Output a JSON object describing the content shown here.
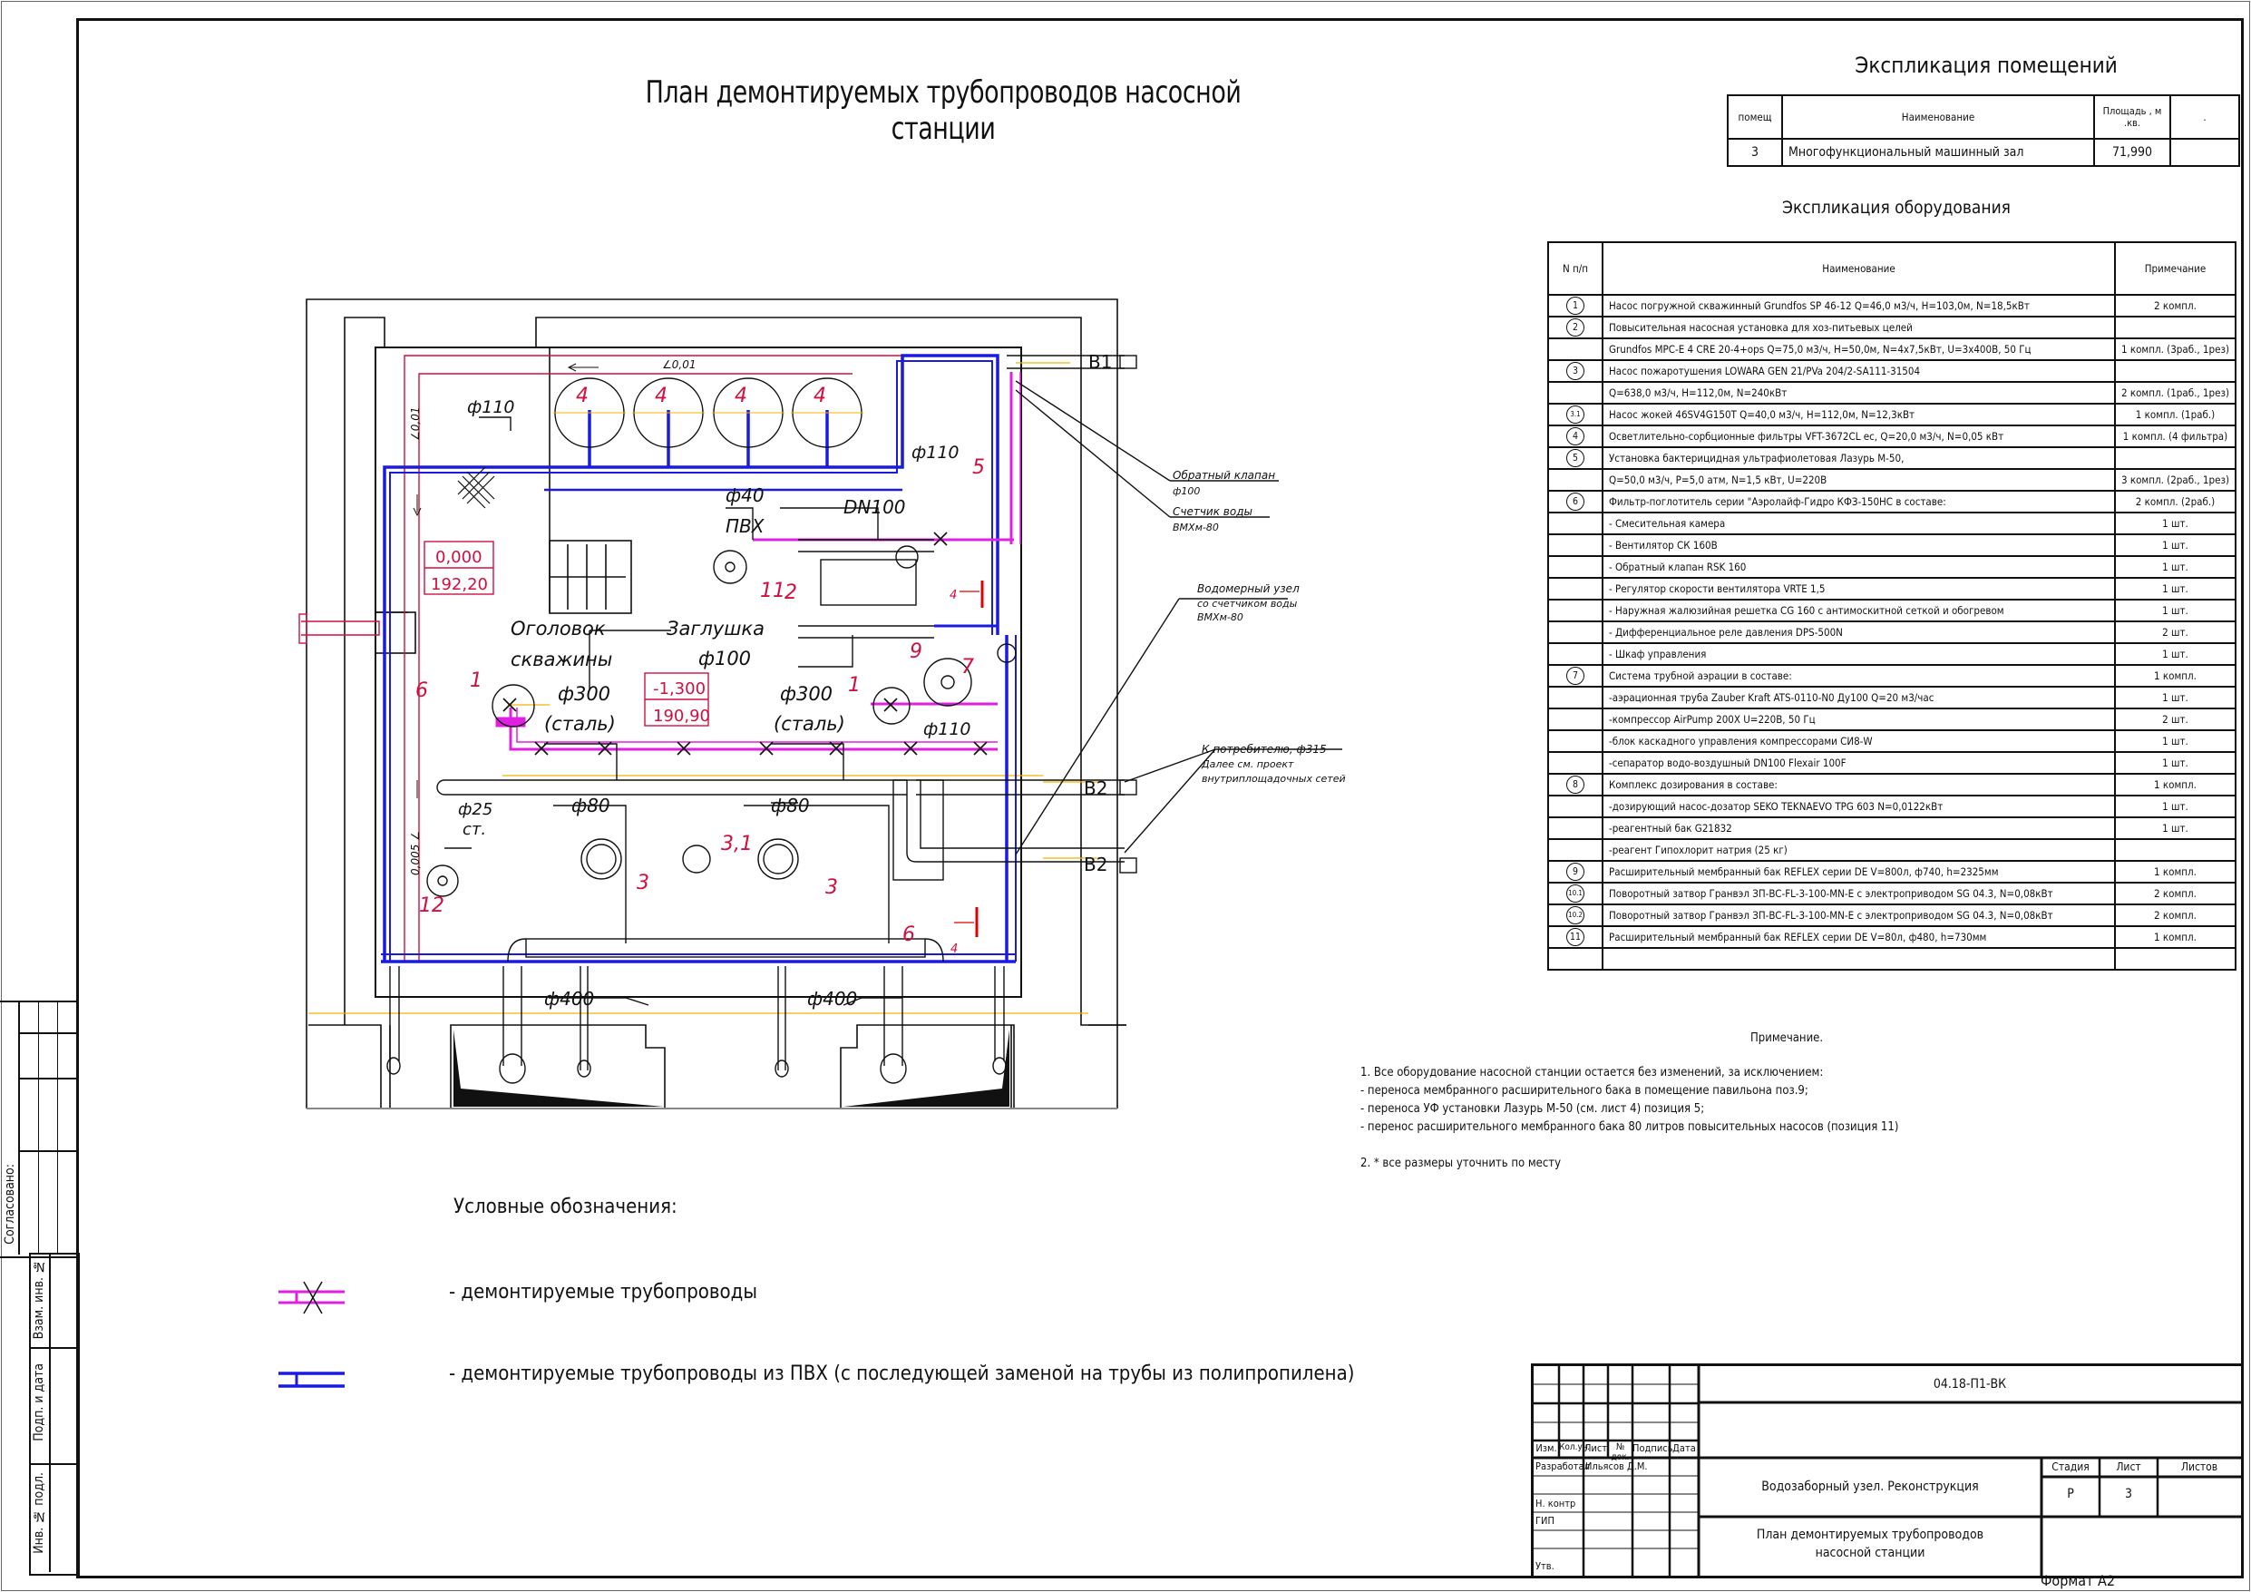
{
  "drawing": {
    "title": "План демонтируемых трубопроводов насосной станции",
    "format_label": "Формат А2"
  },
  "rooms": {
    "title": "Экспликация помещений",
    "headers": [
      "помещ",
      "Наименование",
      "Площадь , м .кв.",
      "."
    ],
    "rows": [
      {
        "num": "3",
        "name": "Многофункциональный машинный зал",
        "area": "71,990",
        "extra": ""
      }
    ]
  },
  "equipment": {
    "title": "Экспликация оборудования",
    "headers": {
      "num": "N п/п",
      "name": "Наименование",
      "note": "Примечание"
    },
    "rows": [
      {
        "num": "1",
        "name": "Насос погружной скважинный Grundfos SP 46-12 Q=46,0 м3/ч, H=103,0м, N=18,5кВт",
        "note": "2 компл."
      },
      {
        "num": "2",
        "name": "Повысительная насосная установка для хоз-питьевых целей",
        "note": ""
      },
      {
        "num": "",
        "name": "Grundfos MPC-E 4 CRE 20-4+ops Q=75,0 м3/ч, H=50,0м, N=4x7,5кВт, U=3x400В, 50 Гц",
        "note": "1 компл. (3раб., 1рез)"
      },
      {
        "num": "3",
        "name": "Насос пожаротушения LOWARA GEN 21/PVa 204/2-SA111-31504",
        "note": ""
      },
      {
        "num": "",
        "name": "Q=638,0 м3/ч, H=112,0м, N=240кВт",
        "note": "2 компл. (1раб., 1рез)"
      },
      {
        "num": "3.1",
        "name": "Насос жокей 46SV4G150T Q=40,0 м3/ч, H=112,0м, N=12,3кВт",
        "note": "1 компл. (1раб.)"
      },
      {
        "num": "4",
        "name": "Осветлительно-сорбционные фильтры VFT-3672CL ec, Q=20,0 м3/ч, N=0,05 кВт",
        "note": "1 компл. (4 фильтра)"
      },
      {
        "num": "5",
        "name": "Установка бактерицидная ультрафиолетовая Лазурь М-50,",
        "note": ""
      },
      {
        "num": "",
        "name": " Q=50,0 м3/ч, P=5,0 атм, N=1,5 кВт, U=220В",
        "note": "3 компл. (2раб., 1рез)"
      },
      {
        "num": "6",
        "name": "Фильтр-поглотитель серии \"Аэролайф-Гидро КФЗ-150НС в составе:",
        "note": "2 компл. (2раб.)"
      },
      {
        "num": "",
        "name": "- Смесительная камера",
        "note": "1 шт."
      },
      {
        "num": "",
        "name": "- Вентилятор СК 160В",
        "note": "1 шт."
      },
      {
        "num": "",
        "name": "- Обратный клапан RSK 160",
        "note": "1 шт."
      },
      {
        "num": "",
        "name": "- Регулятор скорости вентилятора VRTE 1,5",
        "note": "1 шт."
      },
      {
        "num": "",
        "name": "- Наружная жалюзийная решетка CG 160 с антимоскитной сеткой и обогревом",
        "note": "1 шт."
      },
      {
        "num": "",
        "name": "- Дифференциальное реле давления DPS-500N",
        "note": "2 шт."
      },
      {
        "num": "",
        "name": "- Шкаф управления",
        "note": "1 шт."
      },
      {
        "num": "7",
        "name": "Система трубной аэрации в составе:",
        "note": "1 компл."
      },
      {
        "num": "",
        "name": "-аэрационная труба Zauber Kraft ATS-0110-N0 Ду100 Q=20 м3/час",
        "note": "1 шт."
      },
      {
        "num": "",
        "name": "-компрессор AirPump 200X U=220В, 50 Гц",
        "note": "2 шт."
      },
      {
        "num": "",
        "name": "-блок каскадного управления компрессорами СИ8-W",
        "note": "1 шт."
      },
      {
        "num": "",
        "name": "-сепаратор водо-воздушный DN100 Flexair 100F",
        "note": "1 шт."
      },
      {
        "num": "8",
        "name": "Комплекс дозирования в составе:",
        "note": "1 компл."
      },
      {
        "num": "",
        "name": "-дозирующий насос-дозатор SEKO TEKNAEVO TPG 603 N=0,0122кВт",
        "note": "1 шт."
      },
      {
        "num": "",
        "name": "-реагентный бак G21832",
        "note": "1 шт."
      },
      {
        "num": "",
        "name": "-реагент Гипохлорит натрия (25 кг)",
        "note": ""
      },
      {
        "num": "9",
        "name": "Расширительный мембранный бак REFLEX серии DE V=800л, ф740, h=2325мм",
        "note": "1 компл."
      },
      {
        "num": "10.1",
        "name": "Поворотный затвор Гранвэл ЗП-BC-FL-3-100-MN-E с электроприводом SG 04.3, N=0,08кВт",
        "note": "2 компл."
      },
      {
        "num": "10.2",
        "name": "Поворотный затвор Гранвэл ЗП-BC-FL-3-100-MN-E с электроприводом SG 04.3, N=0,08кВт",
        "note": "2 компл."
      },
      {
        "num": "11",
        "name": "Расширительный мембранный бак REFLEX серии DE V=80л, ф480, h=730мм",
        "note": "1 компл."
      },
      {
        "num": "",
        "name": "",
        "note": ""
      }
    ]
  },
  "notes": {
    "heading": "Примечание.",
    "lines": [
      "1. Все оборудование насосной станции остается без изменений, за исключением:",
      "- переноса мембранного расширительного бака в помещение павильона поз.9;",
      "- переноса УФ установки Лазурь М-50 (см. лист 4) позиция 5;",
      "- перенос расширительного мембранного бака 80 литров повысительных насосов (позиция 11)",
      "",
      "2. * все размеры уточнить по месту"
    ]
  },
  "legend": {
    "title": "Условные обозначения:",
    "items": [
      {
        "icon": "dismantled-pipe-icon",
        "label": "- демонтируемые трубопроводы",
        "color": "#e020e0"
      },
      {
        "icon": "pvc-pipe-icon",
        "label": "- демонтируемые трубопроводы из ПВХ (с последующей заменой на трубы из полипропилена)",
        "color": "#1a1ae0"
      }
    ]
  },
  "plan_labels": {
    "phi110_a": "ф110",
    "phi110_b": "ф110",
    "phi110_c": "ф110",
    "slope_top": "∠0,01",
    "slope_left": "∠0,01",
    "slope_bottom": "0,005 ∠",
    "elev1_top": "0,000",
    "elev1_bottom": "192,20",
    "elev2_top": "-1,300",
    "elev2_bottom": "190,90",
    "phi40": "ф40",
    "pvc": "ПВХ",
    "dn100": "DN100",
    "wellhead_1": "Оголовок",
    "wellhead_2": "скважины",
    "plug": "Заглушка",
    "phi100": "ф100",
    "phi300_a": "ф300",
    "steel_a": "(сталь)",
    "phi300_b": "ф300",
    "steel_b": "(сталь)",
    "phi25": "ф25",
    "st": "ст.",
    "phi80_a": "ф80",
    "phi80_b": "ф80",
    "phi400_a": "ф400",
    "phi400_b": "ф400",
    "b1": "В1",
    "b2_a": "В2",
    "b2_b": "В2",
    "check_valve_1": "Обратный клапан",
    "check_valve_2": "ф100",
    "meter_1": "Счетчик воды",
    "meter_2": "ВМХм-80",
    "meter_node_1": "Водомерный узел",
    "meter_node_2": "со счетчиком воды",
    "meter_node_3": "ВМХм-80",
    "consumer_1": "К потребителю, ф315",
    "consumer_2": "Далее см. проект",
    "consumer_3": "внутриплощадочных сетей",
    "pos": {
      "p1a": "1",
      "p1b": "1",
      "p2": "2",
      "p3a": "3",
      "p3b": "3",
      "p31": "3,1",
      "p4a": "4",
      "p4b": "4",
      "p4c": "4",
      "p4d": "4",
      "p5": "5",
      "p6a": "6",
      "p6b": "6",
      "p7": "7",
      "p9": "9",
      "p11": "11",
      "p12": "12"
    },
    "section_a": "4",
    "section_b": "4"
  },
  "colors": {
    "pvc": "#1a1ae0",
    "dismantle": "#e020e0",
    "axis": "#f0b400",
    "red": "#d01040",
    "line": "#111111"
  },
  "stamp": {
    "code": "04.18-П1-ВК",
    "cols": [
      "Изм.",
      "Кол.уч.",
      "Лист",
      "№ док.",
      "Подпись",
      "Дата"
    ],
    "roles": [
      {
        "role": "Разработал",
        "name": "Ильясов Д.М."
      },
      {
        "role": "",
        "name": ""
      },
      {
        "role": "Н. контр",
        "name": ""
      },
      {
        "role": "ГИП",
        "name": ""
      },
      {
        "role": "",
        "name": ""
      },
      {
        "role": "Утв.",
        "name": ""
      }
    ],
    "project": "Водозаборный узел. Реконструкция",
    "sheet_title_1": "План демонтируемых трубопроводов",
    "sheet_title_2": "насосной станции",
    "stage_label": "Стадия",
    "sheet_label": "Лист",
    "sheets_label": "Листов",
    "stage": "Р",
    "sheet": "3",
    "sheets": ""
  },
  "side_stamp": {
    "agreed": "Согласовано:",
    "replace_inv": "Взам. инв. №",
    "sign_date": "Подп. и дата",
    "inv_orig": "Инв. № подл."
  }
}
